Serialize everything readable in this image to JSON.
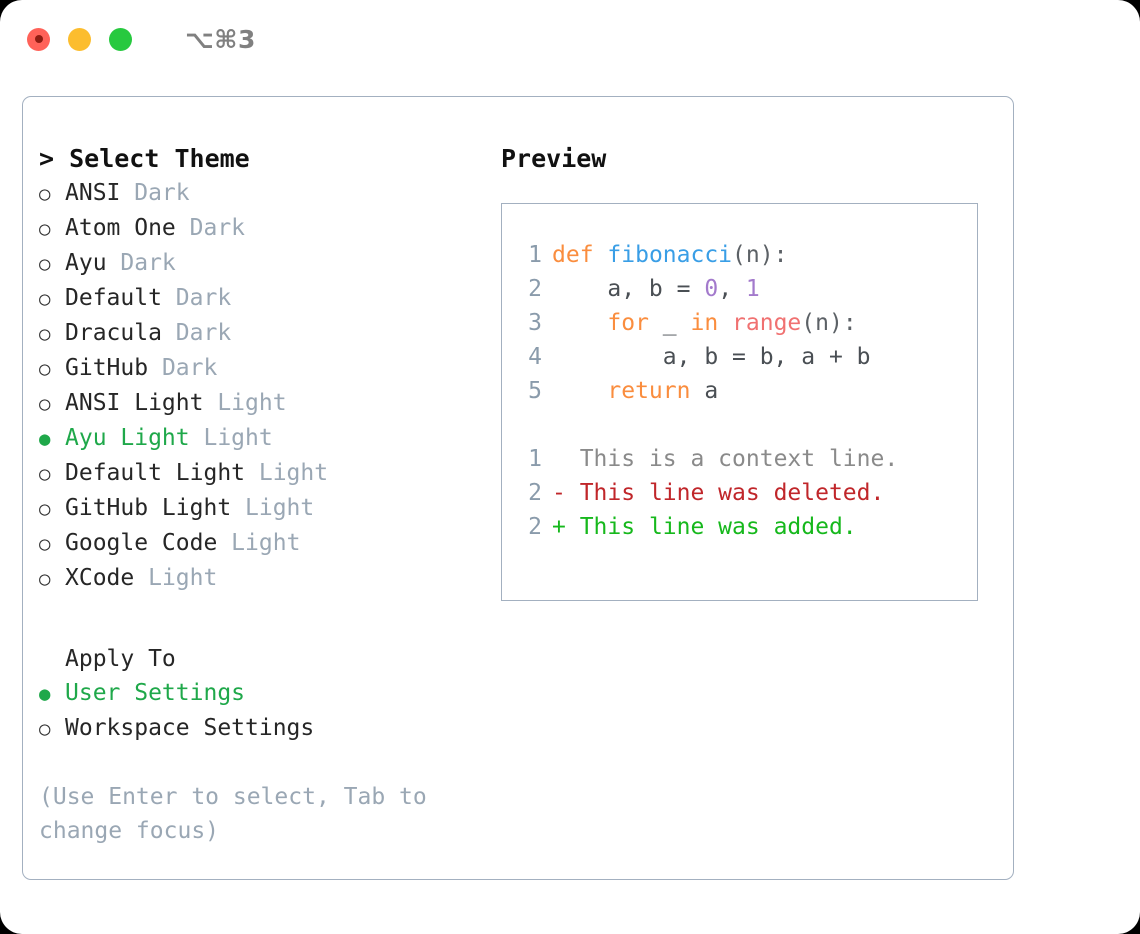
{
  "titlebar": {
    "shortcut": "⌥⌘3",
    "lights": [
      "close",
      "minimize",
      "zoom"
    ]
  },
  "left": {
    "heading": "> Select Theme",
    "themes": [
      {
        "bullet": "○",
        "name": "ANSI",
        "kind": "Dark",
        "selected": false
      },
      {
        "bullet": "○",
        "name": "Atom One",
        "kind": "Dark",
        "selected": false
      },
      {
        "bullet": "○",
        "name": "Ayu",
        "kind": "Dark",
        "selected": false
      },
      {
        "bullet": "○",
        "name": "Default",
        "kind": "Dark",
        "selected": false
      },
      {
        "bullet": "○",
        "name": "Dracula",
        "kind": "Dark",
        "selected": false
      },
      {
        "bullet": "○",
        "name": "GitHub",
        "kind": "Dark",
        "selected": false
      },
      {
        "bullet": "○",
        "name": "ANSI Light",
        "kind": "Light",
        "selected": false
      },
      {
        "bullet": "●",
        "name": "Ayu Light",
        "kind": "Light",
        "selected": true
      },
      {
        "bullet": "○",
        "name": "Default Light",
        "kind": "Light",
        "selected": false
      },
      {
        "bullet": "○",
        "name": "GitHub Light",
        "kind": "Light",
        "selected": false
      },
      {
        "bullet": "○",
        "name": "Google Code",
        "kind": "Light",
        "selected": false
      },
      {
        "bullet": "○",
        "name": "XCode",
        "kind": "Light",
        "selected": false
      }
    ],
    "apply_to_label": "Apply To",
    "apply_to": [
      {
        "bullet": "●",
        "name": "User Settings",
        "selected": true
      },
      {
        "bullet": "○",
        "name": "Workspace Settings",
        "selected": false
      }
    ],
    "hint": "(Use Enter to select, Tab to change focus)"
  },
  "right": {
    "title": "Preview",
    "code": [
      {
        "ln": "1",
        "tokens": [
          {
            "t": "def",
            "c": "kw"
          },
          {
            "t": " ",
            "c": "plain"
          },
          {
            "t": "fibonacci",
            "c": "fn"
          },
          {
            "t": "(n):",
            "c": "punc"
          }
        ]
      },
      {
        "ln": "2",
        "tokens": [
          {
            "t": "    a, b = ",
            "c": "plain"
          },
          {
            "t": "0",
            "c": "num"
          },
          {
            "t": ", ",
            "c": "plain"
          },
          {
            "t": "1",
            "c": "num"
          }
        ]
      },
      {
        "ln": "3",
        "tokens": [
          {
            "t": "    ",
            "c": "plain"
          },
          {
            "t": "for",
            "c": "kw"
          },
          {
            "t": " _ ",
            "c": "plain"
          },
          {
            "t": "in",
            "c": "kw"
          },
          {
            "t": " ",
            "c": "plain"
          },
          {
            "t": "range",
            "c": "call"
          },
          {
            "t": "(n):",
            "c": "punc"
          }
        ]
      },
      {
        "ln": "4",
        "tokens": [
          {
            "t": "        a, b = b, a + b",
            "c": "plain"
          }
        ]
      },
      {
        "ln": "5",
        "tokens": [
          {
            "t": "    ",
            "c": "plain"
          },
          {
            "t": "return",
            "c": "kw"
          },
          {
            "t": " a",
            "c": "plain"
          }
        ]
      }
    ],
    "diff": [
      {
        "ln": "1",
        "marker": " ",
        "text": " This is a context line.",
        "kind": "ctx"
      },
      {
        "ln": "2",
        "marker": "-",
        "text": " This line was deleted.",
        "kind": "del"
      },
      {
        "ln": "2",
        "marker": "+",
        "text": " This line was added.",
        "kind": "add"
      }
    ]
  },
  "colors": {
    "accent_green": "#1fa84a",
    "keyword_orange": "#fa8d3e",
    "function_blue": "#399ee6",
    "number_purple": "#a37acc",
    "call_red": "#f07171",
    "muted_gray": "#9aa7b4",
    "border": "#a3b0c0",
    "diff_added": "#16b81c",
    "diff_deleted": "#c0262a"
  }
}
